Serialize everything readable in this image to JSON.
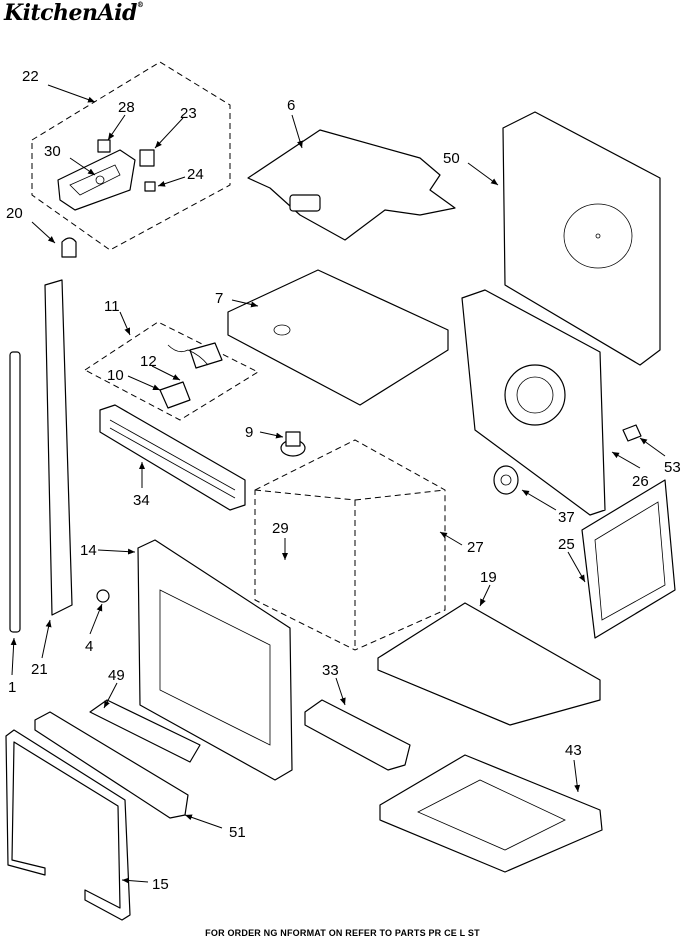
{
  "brand": "KitchenAid",
  "footer": "FOR ORDER NG  NFORMAT ON REFER TO PARTS PR CE L ST",
  "callouts": [
    "22",
    "28",
    "23",
    "30",
    "24",
    "20",
    "6",
    "50",
    "7",
    "11",
    "12",
    "10",
    "9",
    "34",
    "26",
    "53",
    "37",
    "14",
    "29",
    "27",
    "25",
    "19",
    "4",
    "21",
    "1",
    "49",
    "33",
    "43",
    "51",
    "15"
  ]
}
